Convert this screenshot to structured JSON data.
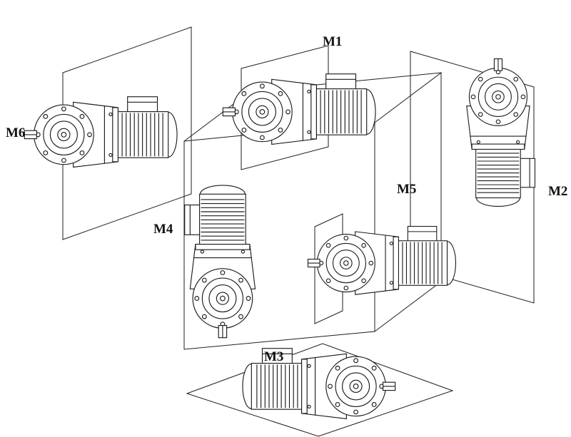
{
  "diagram": {
    "kind": "gearmotor-mounting-positions",
    "labels": {
      "m1": "M1",
      "m2": "M2",
      "m3": "M3",
      "m4": "M4",
      "m5": "M5",
      "m6": "M6"
    },
    "colors": {
      "line": "#1c1c1c",
      "background": "#ffffff"
    }
  }
}
